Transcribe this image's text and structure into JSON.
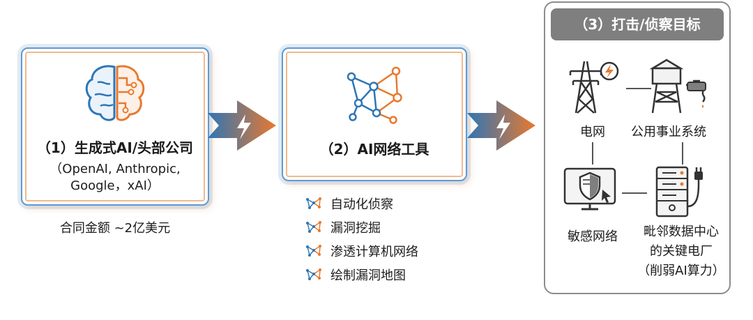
{
  "box1": {
    "title": "（1）生成式AI/头部公司",
    "subtitle_line1": "（OpenAI, Anthropic,",
    "subtitle_line2": "Google，xAI）",
    "contract": "合同金额 ~2亿美元"
  },
  "box2": {
    "title": "（2）AI网络工具",
    "tools": [
      {
        "label": "自动化侦察",
        "icon": "network-icon"
      },
      {
        "label": "漏洞挖掘",
        "icon": "network-icon"
      },
      {
        "label": "渗透计算机网络",
        "icon": "network-icon"
      },
      {
        "label": "绘制漏洞地图",
        "icon": "network-icon"
      }
    ]
  },
  "targets": {
    "header": "（3）打击/侦察目标",
    "items": [
      {
        "label": "电网",
        "icon": "power-tower-icon"
      },
      {
        "label": "公用事业系统",
        "icon": "water-tower-icon"
      },
      {
        "label": "敏感网络",
        "icon": "shield-monitor-icon"
      },
      {
        "label_line1": "毗邻数据中心",
        "label_line2": "的关键电厂",
        "label_line3": "（削弱AI算力）",
        "icon": "server-plug-icon"
      }
    ]
  },
  "colors": {
    "blue": "#2e75b6",
    "orange": "#e8792f",
    "gray": "#7f7f7f"
  }
}
